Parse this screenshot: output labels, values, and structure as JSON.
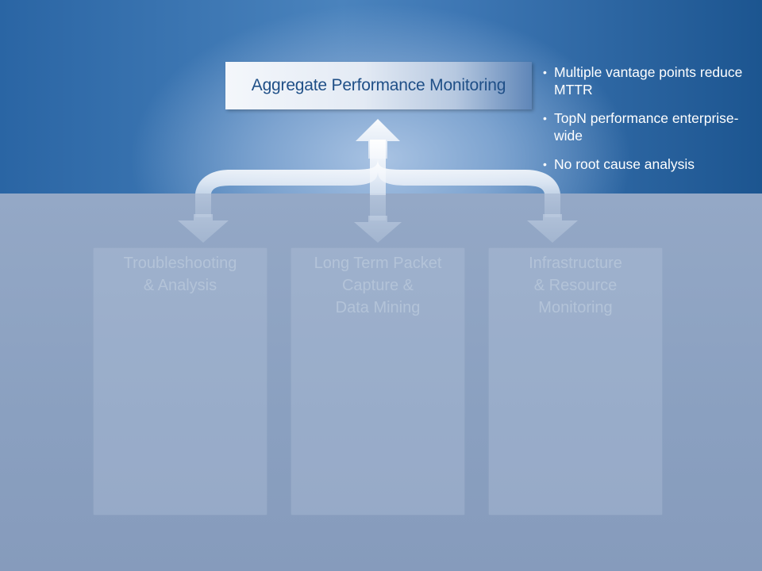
{
  "top_box": {
    "label": "Aggregate Performance Monitoring"
  },
  "bullets": [
    "Multiple vantage points reduce MTTR",
    "TopN performance enterprise-wide",
    "No root cause analysis"
  ],
  "columns": [
    {
      "label": "Troubleshooting\n& Analysis"
    },
    {
      "label": "Long Term Packet\nCapture &\nData Mining"
    },
    {
      "label": "Infrastructure\n& Resource\nMonitoring"
    }
  ],
  "colors": {
    "top_band_left": "#2a65a4",
    "top_band_right": "#1c5590",
    "lower_area": "#8aa1c1",
    "box_label": "#1f4f87",
    "faded_label": "#b3c3d8"
  }
}
